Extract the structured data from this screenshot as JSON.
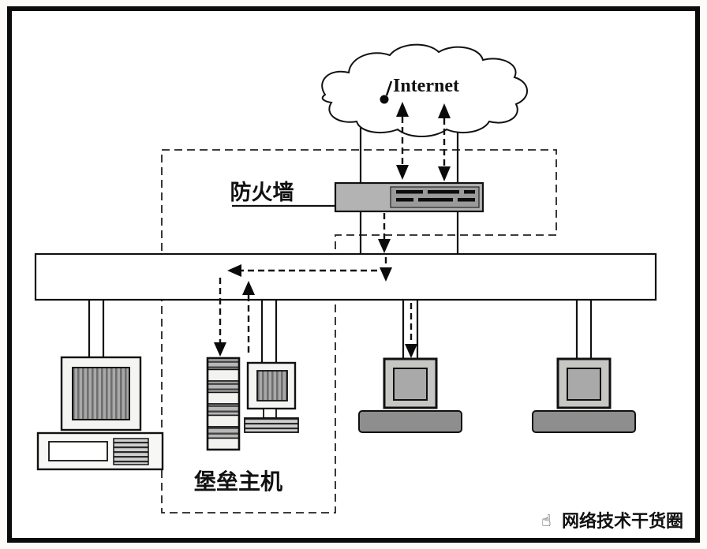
{
  "diagram": {
    "internet_label": "Internet",
    "firewall_label": "防火墙",
    "bastion_label": "堡垒主机"
  },
  "watermark": {
    "icon_name": "hand-gesture-icon",
    "icon_glyph": "☝",
    "text": "网络技术干货圈"
  },
  "colors": {
    "line": "#111111",
    "paper": "#fcfbf8",
    "firewall_fill": "#b3b3b3",
    "firewall_panel": "#9a9a9a",
    "screen_gray": "#a9a9a9",
    "slab_gray": "#8e8e8e",
    "watermark_gray": "#2e2e2e"
  }
}
